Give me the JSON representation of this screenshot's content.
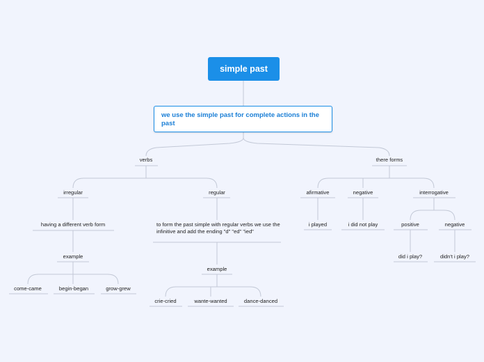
{
  "root": {
    "label": "simple past"
  },
  "main": {
    "label": "we use the simple past for complete actions in the past"
  },
  "verbs": {
    "label": "verbs",
    "irregular": {
      "label": "irregular",
      "desc": "having a different verb form",
      "example": "example",
      "items": [
        "come-came",
        "begin-began",
        "grow-grew"
      ]
    },
    "regular": {
      "label": "regular",
      "desc": "to form the past simple with regular verbs we use the infinitive and add the ending \"d\" \"ed\" \"ied\"",
      "example": "example",
      "items": [
        "crie-cried",
        "wante-wanted",
        "dance-danced"
      ]
    }
  },
  "forms": {
    "label": "there forms",
    "affirmative": {
      "label": "afirmative",
      "child": "i played"
    },
    "negative": {
      "label": "negative",
      "child": "i did not play"
    },
    "interrogative": {
      "label": "interrogative",
      "positive": {
        "label": "positive",
        "child": "did i play?"
      },
      "negative": {
        "label": "negative",
        "child": "didn't i play?"
      }
    }
  },
  "colors": {
    "accent": "#1b8fe8",
    "background": "#f1f4fd",
    "line": "#c2c8d6"
  }
}
